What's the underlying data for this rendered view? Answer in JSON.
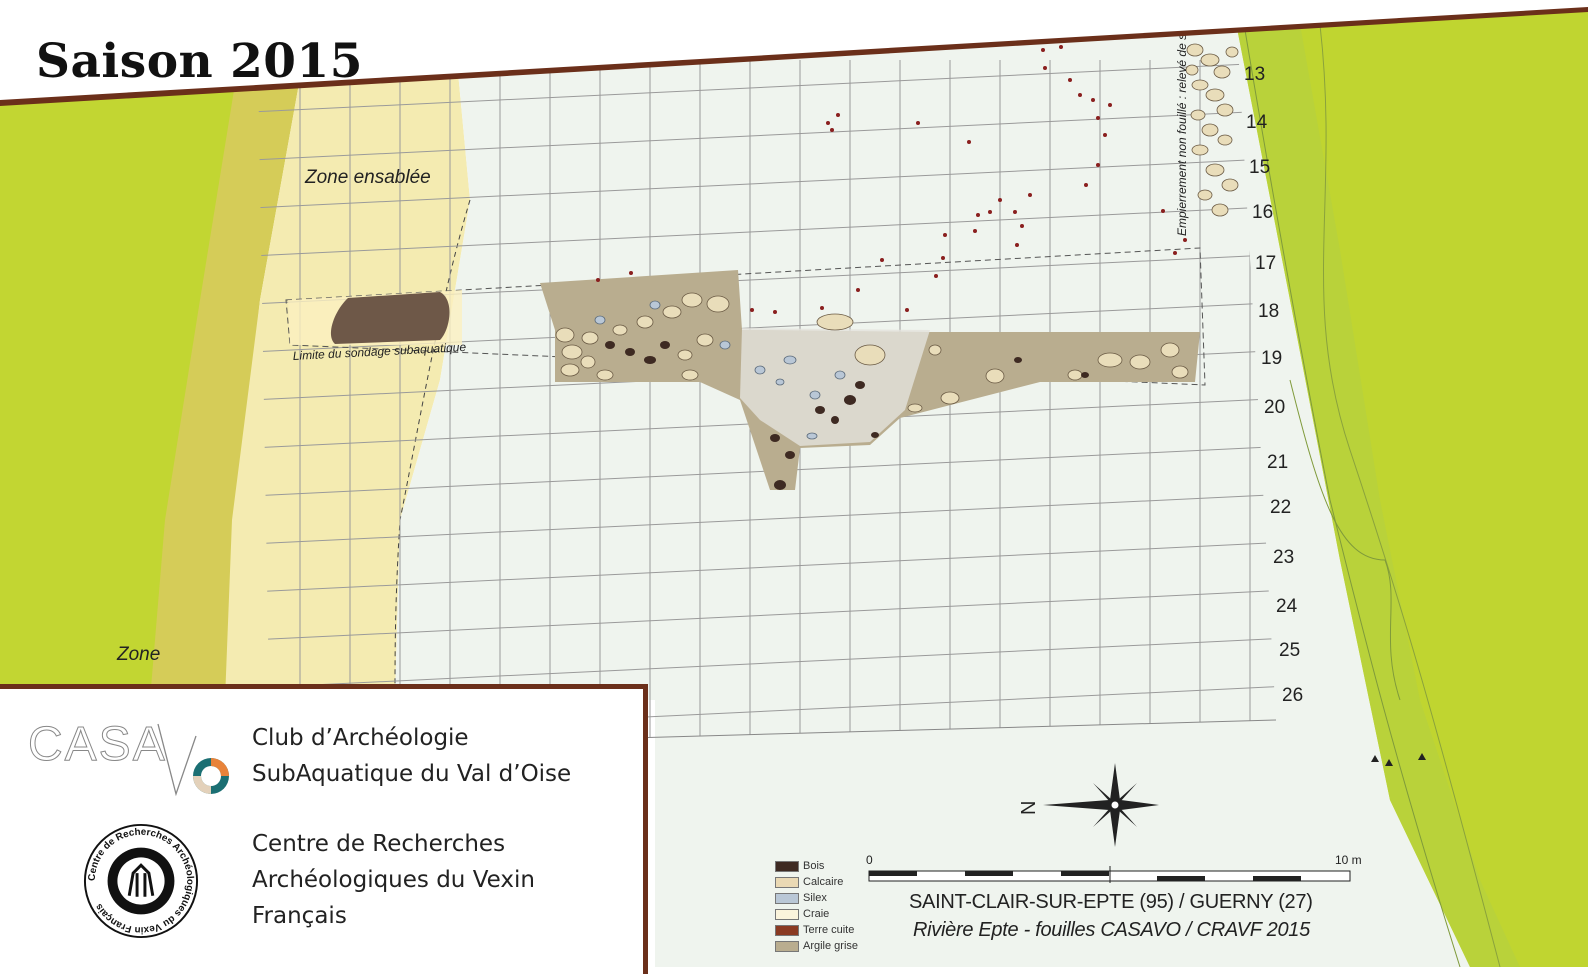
{
  "title": "Saison 2015",
  "labels": {
    "zone_top": "Zone ensablée",
    "zone_bottom": "Zone",
    "limit": "Limite du sondage subaquatique",
    "empierrement": "Empierrement non fouillé : relevé de s"
  },
  "row_numbers": [
    "13",
    "14",
    "15",
    "16",
    "17",
    "18",
    "19",
    "20",
    "21",
    "22",
    "23",
    "24",
    "25",
    "26"
  ],
  "organizations": [
    {
      "name": "CASAVO",
      "lines": [
        "Club d’Archéologie",
        "SubAquatique du Val d’Oise"
      ],
      "logo_text": "CASA"
    },
    {
      "name": "CRAVF",
      "lines": [
        "Centre de Recherches",
        "Archéologiques du Vexin",
        "Français"
      ],
      "logo_text": "Centre de Recherches Archéologiques du Vexin Français"
    }
  ],
  "legend": [
    {
      "label": "Bois",
      "color": "#3e2a22"
    },
    {
      "label": "Calcaire",
      "color": "#ead9b4"
    },
    {
      "label": "Silex",
      "color": "#b9c7d6"
    },
    {
      "label": "Craie",
      "color": "#fbf4dc"
    },
    {
      "label": "Terre cuite",
      "color": "#8a3a22"
    },
    {
      "label": "Argile grise",
      "color": "#b9ad8f"
    }
  ],
  "scale": {
    "start": "0",
    "end": "10 m"
  },
  "north": "N",
  "site": {
    "title": "SAINT-CLAIR-SUR-EPTE (95) / GUERNY (27)",
    "subtitle": "Rivière Epte - fouilles CASAVO / CRAVF 2015"
  },
  "colors": {
    "frame": "#6b2f1a",
    "bank_green": "#c0d530",
    "bank_dark": "#d2ca55",
    "sand": "#f4ebb1",
    "water": "#eff4ee",
    "trench": "#b9ad8f",
    "clay_patch": "#6e5848"
  }
}
